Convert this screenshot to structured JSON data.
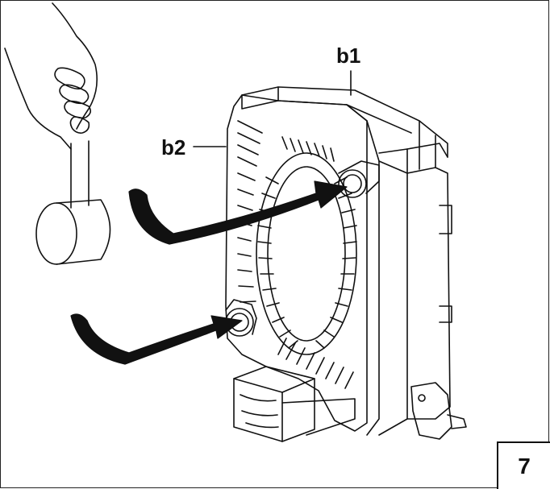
{
  "labels": {
    "b1": "b1",
    "b2": "b2"
  },
  "figure": {
    "number": "7"
  },
  "icons": {
    "tool": "mallet-icon",
    "hand": "hand-icon",
    "part": "heat-exchanger-icon",
    "support": "wooden-block-icon",
    "arrows": "curved-arrow-icon"
  },
  "colors": {
    "line": "#111111",
    "background": "#ffffff"
  }
}
